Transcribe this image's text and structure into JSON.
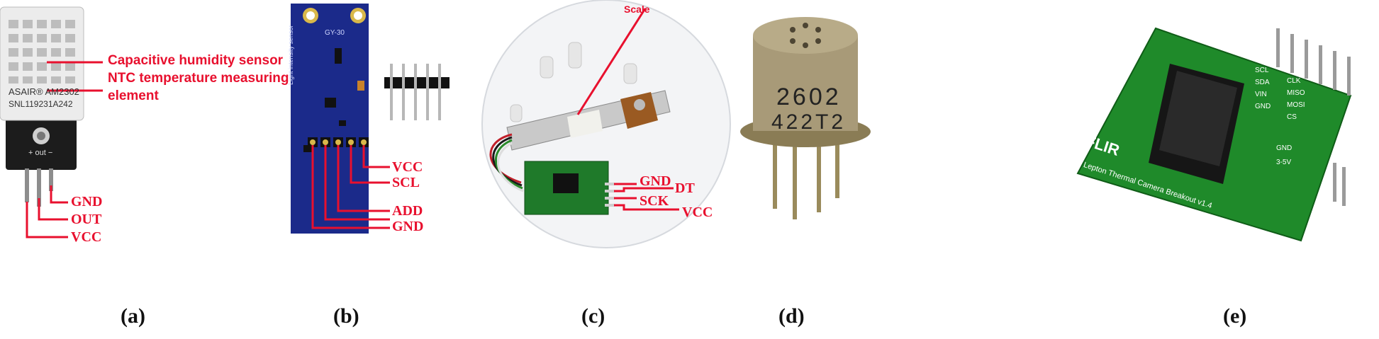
{
  "panels": [
    {
      "id": "a",
      "caption": "(a)",
      "chip_text": [
        "ASAIR® AM2302",
        "SNL119231A242"
      ],
      "board_text": "+ out −",
      "labels": [
        "Capacitive humidity sensor",
        "NTC temperature measuring",
        "element",
        "GND",
        "OUT",
        "VCC"
      ]
    },
    {
      "id": "b",
      "caption": "(b)",
      "board_text": [
        "GY-30",
        "Light intensity sensor"
      ],
      "labels": [
        "VCC",
        "SCL",
        "ADD",
        "GND"
      ]
    },
    {
      "id": "c",
      "caption": "(c)",
      "labels": [
        "Scale",
        "GND",
        "DT",
        "SCK",
        "VCC"
      ]
    },
    {
      "id": "d",
      "caption": "(d)",
      "can_text": [
        "2602",
        "422T2"
      ]
    },
    {
      "id": "e",
      "caption": "(e)",
      "board_text": [
        "FLIR",
        "Lepton Thermal Camera Breakout v1.4"
      ],
      "pin_labels": [
        "SCL",
        "SDA",
        "VIN",
        "GND",
        "CLK",
        "MISO",
        "MOSI",
        "CS",
        "GND",
        "3-5V"
      ]
    }
  ],
  "colors": {
    "label_red": "#e8102e",
    "pcb_blue": "#1b2a8a",
    "pcb_green": "#1f7a2a",
    "sensor_white": "#eeeeee",
    "metal": "#a89a78"
  }
}
